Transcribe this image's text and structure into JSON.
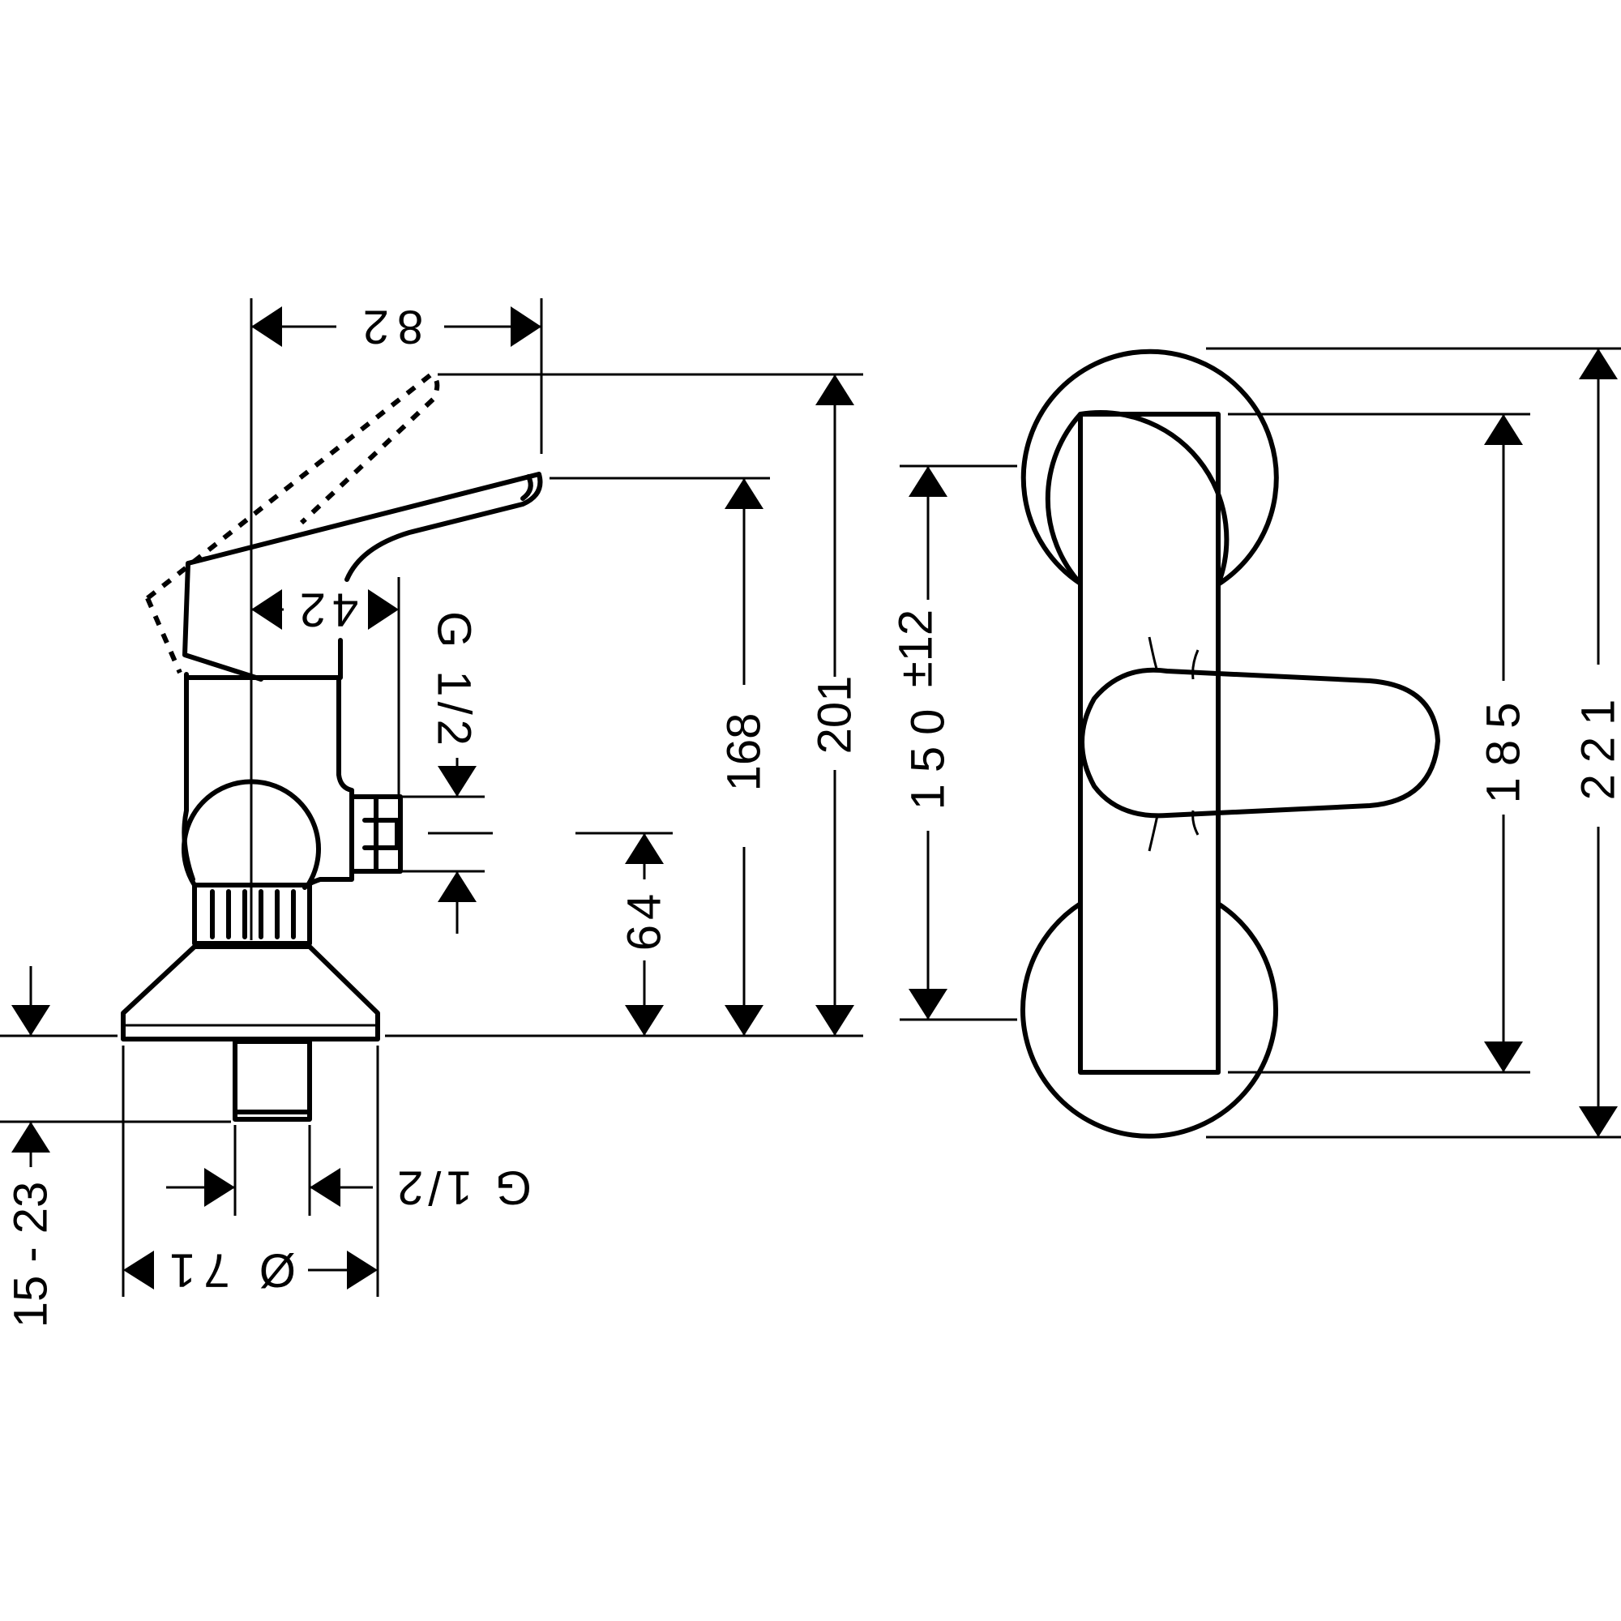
{
  "colors": {
    "line": "#000000",
    "background": "#ffffff"
  },
  "dimensions": {
    "d82": "82",
    "d42": "42",
    "g12_side": "G 1/2",
    "d168": "168",
    "d201": "201",
    "d64": "64",
    "d150": "150",
    "d150_tol": "±12",
    "d185": "185",
    "d221": "221",
    "d15_23": "15 - 23",
    "g12_bottom": "G 1/2",
    "d71": "Ø 71"
  }
}
